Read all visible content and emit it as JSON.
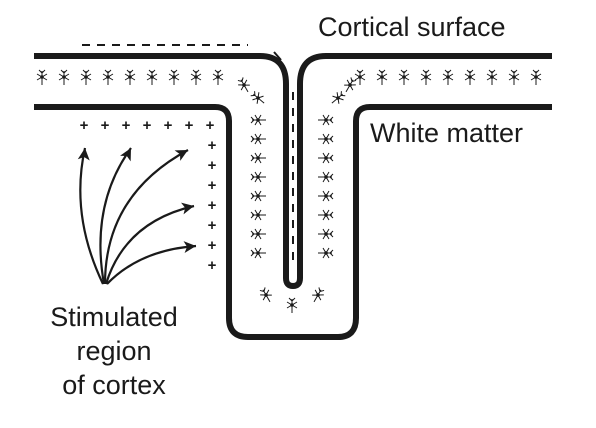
{
  "labels": {
    "cortical_surface": "Cortical surface",
    "white_matter": "White matter",
    "stimulated_line1": "Stimulated",
    "stimulated_line2": "region",
    "stimulated_line3": "of cortex"
  },
  "charges": {
    "positive": "+",
    "negative": "−"
  },
  "colors": {
    "ink": "#1a1a1a",
    "background": "#ffffff"
  }
}
